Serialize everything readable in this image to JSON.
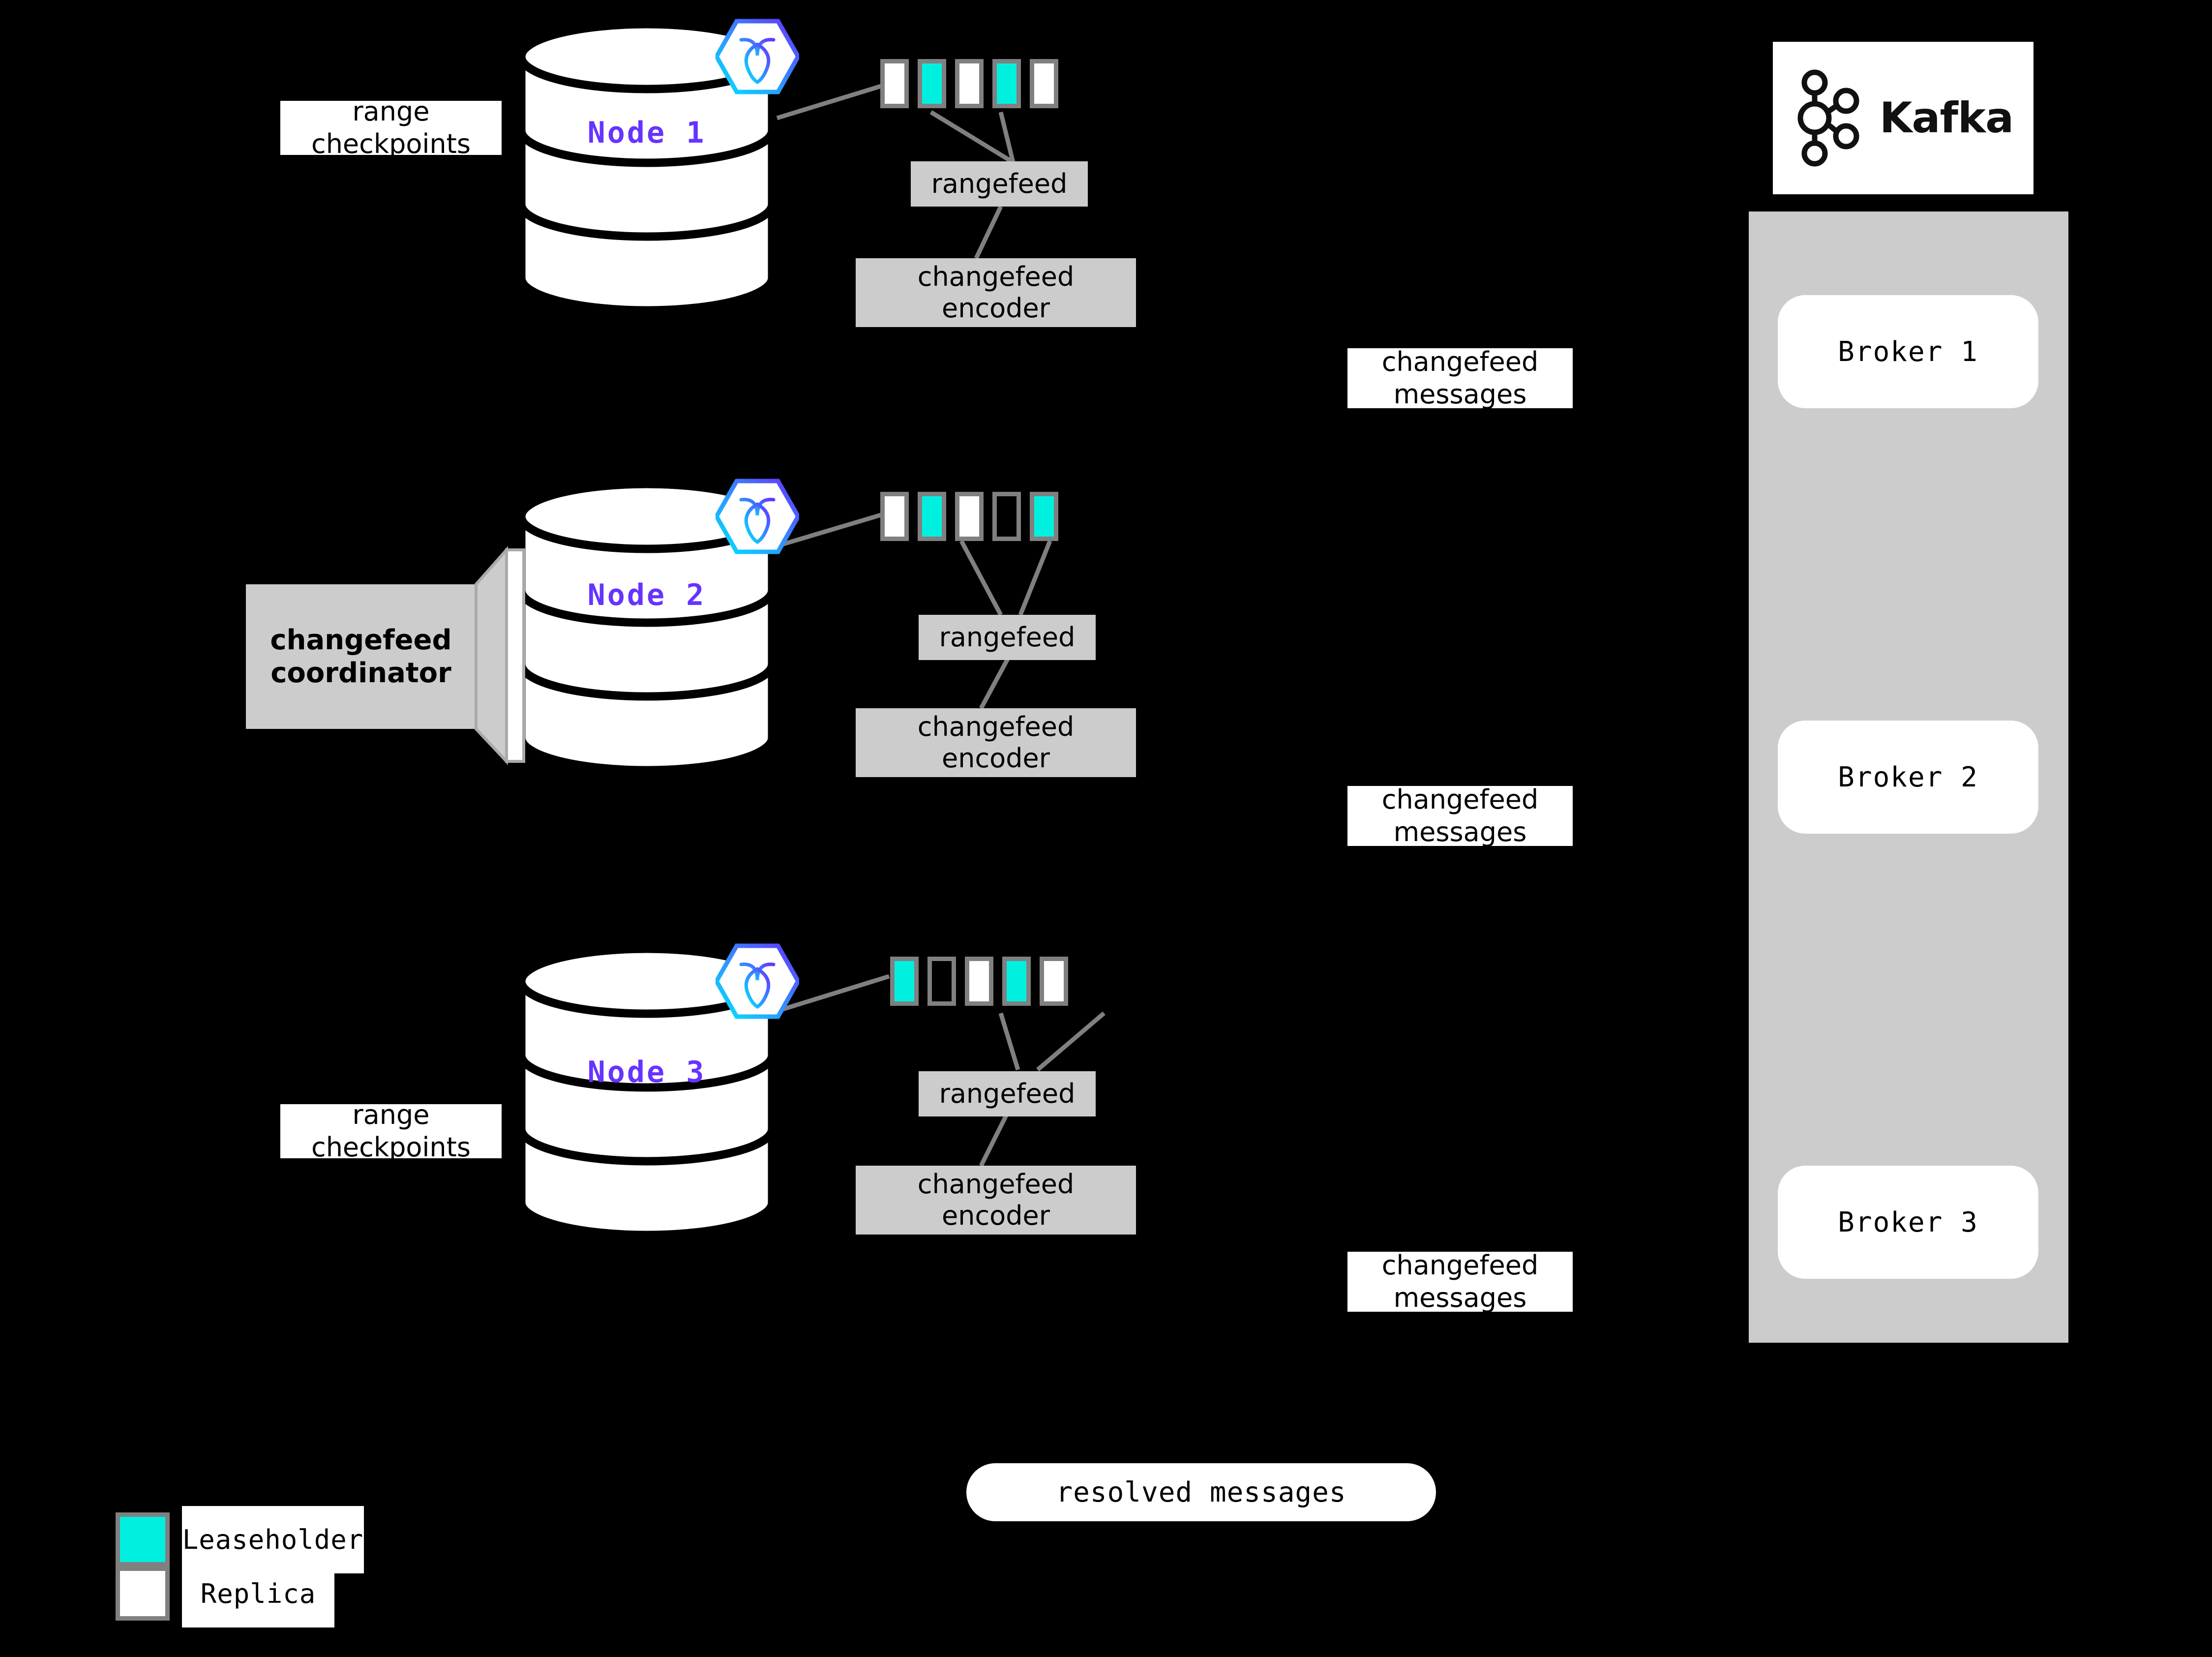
{
  "diagram": {
    "title_hidden": "CockroachDB changefeed to Kafka architecture",
    "background_color": "#000000",
    "leaseholder_color": "#00f0e0",
    "replica_color": "#ffffff",
    "node_label_color": "#6633ff",
    "process_box_color": "#cccccc"
  },
  "nodes": [
    {
      "label": "Node 1",
      "logo": "cockroachdb-hex-icon",
      "ranges": [
        "replica",
        "leaseholder",
        "replica",
        "leaseholder",
        "replica"
      ],
      "rangefeed_label": "rangefeed",
      "encoder_label": "changefeed\nencoder",
      "encoder_line1": "changefeed",
      "encoder_line2": "encoder",
      "side_label_line1": "range",
      "side_label_line2": "checkpoints"
    },
    {
      "label": "Node 2",
      "logo": "cockroachdb-hex-icon",
      "ranges": [
        "replica",
        "leaseholder",
        "replica",
        "empty",
        "leaseholder"
      ],
      "rangefeed_label": "rangefeed",
      "encoder_line1": "changefeed",
      "encoder_line2": "encoder",
      "coordinator_line1": "changefeed",
      "coordinator_line2": "coordinator"
    },
    {
      "label": "Node 3",
      "logo": "cockroachdb-hex-icon",
      "ranges": [
        "leaseholder",
        "empty",
        "replica",
        "leaseholder",
        "replica"
      ],
      "rangefeed_label": "rangefeed",
      "encoder_line1": "changefeed",
      "encoder_line2": "encoder",
      "side_label_line1": "range",
      "side_label_line2": "checkpoints"
    }
  ],
  "message_labels": [
    {
      "line1": "changefeed",
      "line2": "messages"
    },
    {
      "line1": "changefeed",
      "line2": "messages"
    },
    {
      "line1": "changefeed",
      "line2": "messages"
    }
  ],
  "kafka": {
    "logo_word": "Kafka",
    "logo_icon": "kafka-logo-icon",
    "brokers": [
      "Broker 1",
      "Broker 2",
      "Broker 3"
    ]
  },
  "resolved": {
    "label": "resolved messages"
  },
  "legend": {
    "items": [
      {
        "label": "Leaseholder",
        "swatch": "leaseholder"
      },
      {
        "label": "Replica",
        "swatch": "replica"
      }
    ]
  }
}
